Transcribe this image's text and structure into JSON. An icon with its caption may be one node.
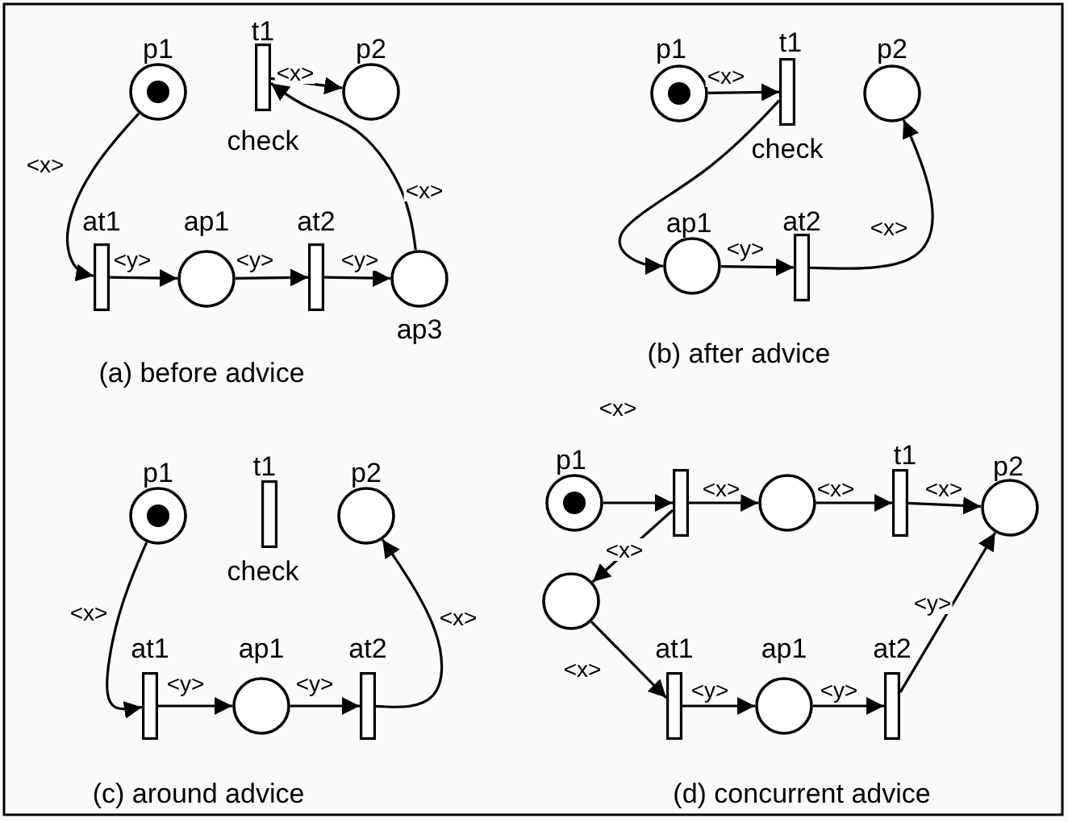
{
  "diagram": {
    "nodes": [
      {
        "text": [
          "p1"
        ]
      },
      {
        "text": [
          "t1"
        ],
        "beside": [
          "check"
        ]
      },
      {
        "text": [
          "p2"
        ]
      },
      {
        "text": [
          "at1"
        ]
      },
      {
        "text": [
          "ap1"
        ]
      },
      {
        "text": [
          "at2"
        ]
      },
      {
        "text": [
          "ap3"
        ]
      },
      {
        "text": [
          "p1"
        ]
      },
      {
        "text": [
          "t1"
        ],
        "beside": [
          "check"
        ]
      },
      {
        "text": [
          "p2"
        ]
      },
      {
        "text": [
          "ap1"
        ]
      },
      {
        "text": [
          "at2"
        ]
      },
      {
        "text": [
          "p1"
        ]
      },
      {
        "text": [
          "t1"
        ],
        "beside": [
          "check"
        ]
      },
      {
        "text": [
          "p2"
        ]
      },
      {
        "text": [
          "at1"
        ]
      },
      {
        "text": [
          "ap1"
        ]
      },
      {
        "text": [
          "at2"
        ]
      },
      {
        "text": [
          "p1"
        ]
      },
      {
        "text": [],
        "shape": "bar"
      },
      {
        "text": [],
        "shape": "circle"
      },
      {
        "text": [
          "t1"
        ]
      },
      {
        "text": [
          "p2"
        ]
      },
      {
        "text": [],
        "shape": "circle"
      },
      {
        "text": [
          "at1"
        ]
      },
      {
        "text": [
          "ap1"
        ]
      },
      {
        "text": [
          "at2"
        ]
      }
    ],
    "edges": [
      {
        "from": 0,
        "to": 3,
        "arrow": "to",
        "label": "<x>"
      },
      {
        "from": 3,
        "to": 4,
        "arrow": "to",
        "label": "<y>"
      },
      {
        "from": 4,
        "to": 5,
        "arrow": "to",
        "label": "<y>"
      },
      {
        "from": 5,
        "to": 6,
        "arrow": "to",
        "label": "<y>"
      },
      {
        "from": 6,
        "to": 1,
        "arrow": "to",
        "label": "<x>"
      },
      {
        "from": 1,
        "to": 2,
        "arrow": "to",
        "label": "<x>"
      },
      {
        "from": 7,
        "to": 8,
        "arrow": "to",
        "label": "<x>"
      },
      {
        "from": 8,
        "to": 10,
        "arrow": "to"
      },
      {
        "from": 10,
        "to": 11,
        "arrow": "to",
        "label": "<y>"
      },
      {
        "from": 11,
        "to": 9,
        "arrow": "to",
        "label": "<x>"
      },
      {
        "from": 12,
        "to": 15,
        "arrow": "to",
        "label": "<x>"
      },
      {
        "from": 15,
        "to": 16,
        "arrow": "to",
        "label": "<y>"
      },
      {
        "from": 16,
        "to": 17,
        "arrow": "to",
        "label": "<y>"
      },
      {
        "from": 17,
        "to": 14,
        "arrow": "to",
        "label": "<x>"
      },
      {
        "from": 18,
        "to": 19,
        "arrow": "to"
      },
      {
        "from": 19,
        "to": 20,
        "arrow": "to",
        "label": "<x>"
      },
      {
        "from": 20,
        "to": 21,
        "arrow": "to",
        "label": "<x>"
      },
      {
        "from": 21,
        "to": 22,
        "arrow": "to",
        "label": "<x>"
      },
      {
        "from": 19,
        "to": 23,
        "arrow": "to",
        "label": "<x>"
      },
      {
        "from": 23,
        "to": 24,
        "arrow": "to",
        "label": "<x>"
      },
      {
        "from": 24,
        "to": 25,
        "arrow": "to",
        "label": "<y>"
      },
      {
        "from": 25,
        "to": 26,
        "arrow": "to",
        "label": "<y>"
      },
      {
        "from": 26,
        "to": 22,
        "arrow": "to",
        "label": "<y>"
      }
    ],
    "labels": [
      "(a) before advice",
      "(b) after advice",
      "<x>",
      "(c) around advice",
      "(d) concurrent advice"
    ]
  }
}
